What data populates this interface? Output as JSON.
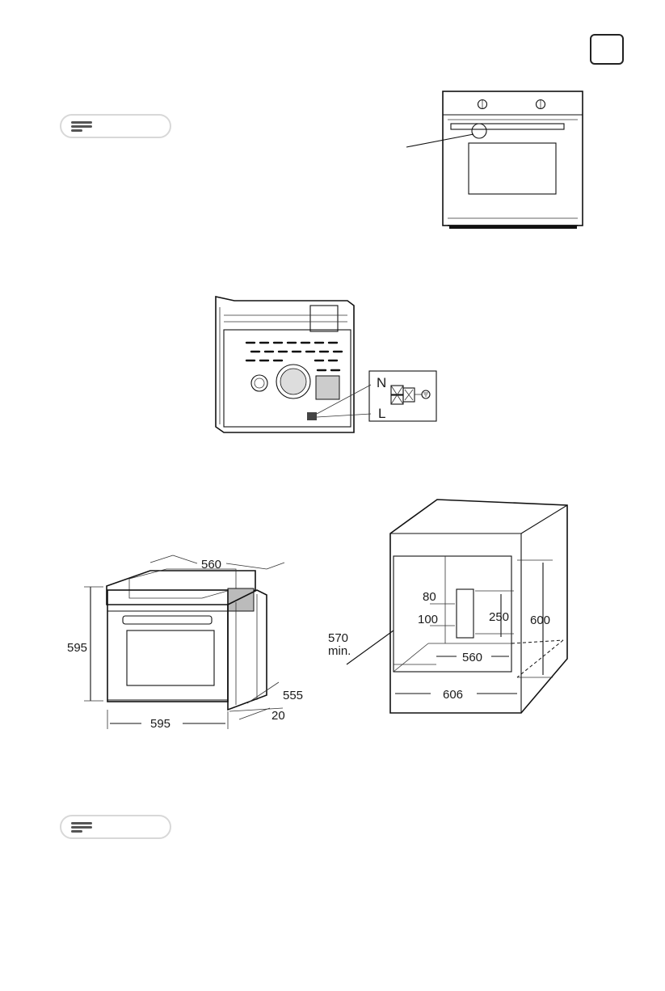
{
  "page_tab": {
    "icon": "blank-tab-icon"
  },
  "notes": [
    {
      "icon": "note-lines-icon"
    },
    {
      "icon": "note-lines-icon"
    }
  ],
  "wiring": {
    "neutral_label": "N",
    "live_label": "L",
    "ground_icon": "ground-symbol-icon"
  },
  "oven_dimensions": {
    "depth_top": "560",
    "height": "595",
    "width": "595",
    "side_depth": "555",
    "front_offset": "20"
  },
  "cabinet_dimensions": {
    "opening_width_top": "80",
    "opening_offset": "100",
    "opening_height": "250",
    "niche_height": "600",
    "min_depth": "570",
    "min_label": "min.",
    "niche_width": "560",
    "outer_width": "606"
  }
}
